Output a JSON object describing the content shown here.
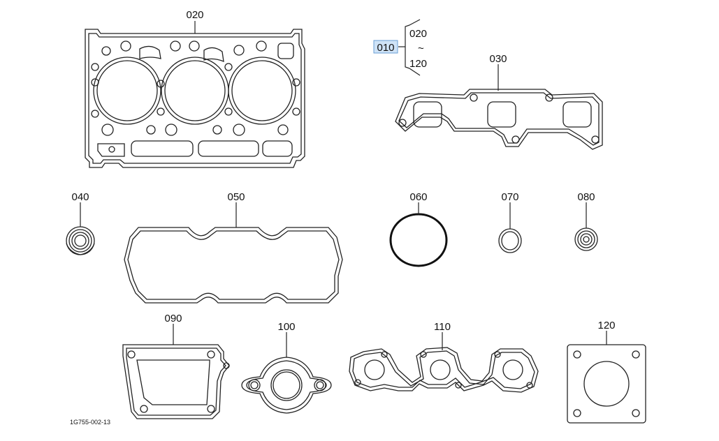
{
  "diagram": {
    "doc_code": "1G755-002-13",
    "range_note": {
      "selected": "010",
      "from": "020",
      "tilde": "~",
      "to": "120"
    },
    "parts": [
      {
        "id": "020"
      },
      {
        "id": "030"
      },
      {
        "id": "040"
      },
      {
        "id": "050"
      },
      {
        "id": "060"
      },
      {
        "id": "070"
      },
      {
        "id": "080"
      },
      {
        "id": "090"
      },
      {
        "id": "100"
      },
      {
        "id": "110"
      },
      {
        "id": "120"
      }
    ]
  }
}
